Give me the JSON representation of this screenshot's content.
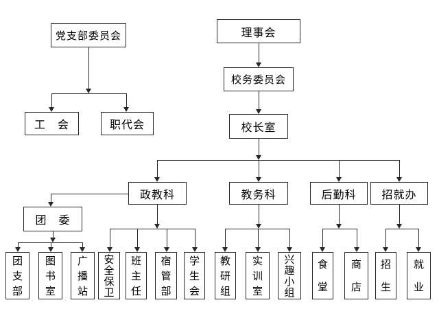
{
  "colors": {
    "line": "#262626",
    "text": "#000000",
    "background": "#ffffff"
  },
  "nodes": {
    "party_branch": {
      "label": "党支部委员会"
    },
    "board": {
      "label": "理事会"
    },
    "school_council": {
      "label": "校务委员会"
    },
    "principal": {
      "label": "校长室"
    },
    "labor_union": {
      "label": "工　会"
    },
    "staff_congress": {
      "label": "职代会"
    },
    "political_edu": {
      "label": "政教科"
    },
    "academic_affairs": {
      "label": "教务科"
    },
    "logistics": {
      "label": "后勤科"
    },
    "recruit_office": {
      "label": "招就办"
    },
    "youth_league": {
      "label": "团　委"
    },
    "league_branch": {
      "label": "团支部"
    },
    "library": {
      "label": "图书室"
    },
    "broadcast_station": {
      "label": "广播站"
    },
    "security": {
      "label": "安全保卫"
    },
    "class_teachers": {
      "label": "班主任"
    },
    "dorm_management": {
      "label": "宿管部"
    },
    "student_union": {
      "label": "学生会"
    },
    "teaching_research": {
      "label": "教研组"
    },
    "training_room": {
      "label": "实训室"
    },
    "interest_groups": {
      "label": "兴趣小组"
    },
    "canteen": {
      "label": "食堂"
    },
    "store": {
      "label": "商店"
    },
    "enrollment": {
      "label": "招生"
    },
    "employment": {
      "label": "就业"
    }
  }
}
